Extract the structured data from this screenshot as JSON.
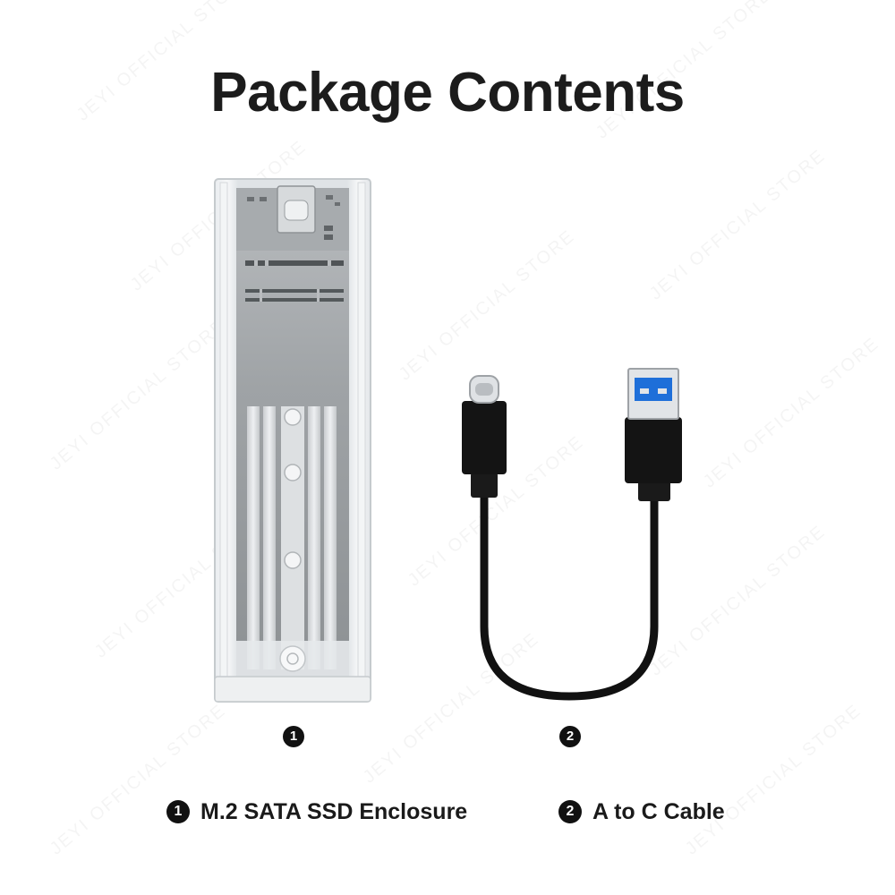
{
  "title": "Package Contents",
  "watermark": "JEYI OFFICIAL STORE",
  "items": [
    {
      "number": "1",
      "label": "M.2 SATA SSD Enclosure"
    },
    {
      "number": "2",
      "label": "A to C Cable"
    }
  ],
  "colors": {
    "title": "#1c1c1c",
    "marker": "#111111",
    "usb_blue": "#1e6fd9"
  }
}
